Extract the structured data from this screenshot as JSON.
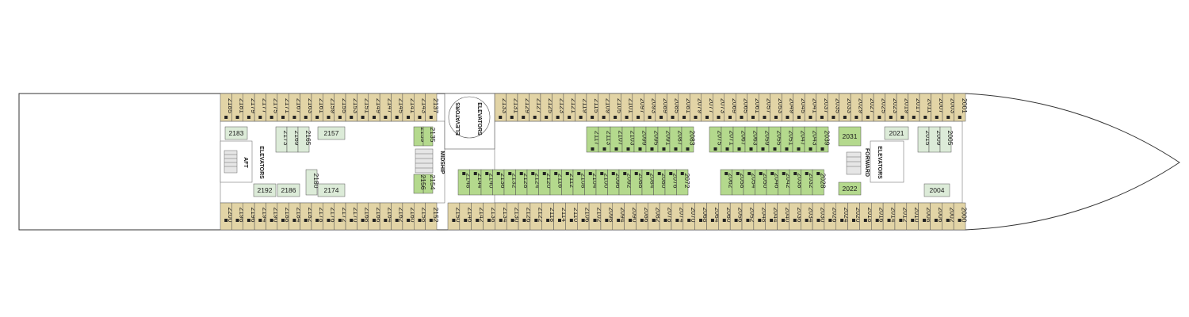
{
  "colors": {
    "outer_cabin": "#e2d4a6",
    "inner_cabin_white": "#dcebd8",
    "inner_cabin_green": "#b4d98d",
    "outline": "#555555",
    "dot": "#222222"
  },
  "labels": {
    "aft": "AFT",
    "forward": "FORWARD",
    "midship": "MIDSHIP",
    "elevators": "ELEVATORS"
  },
  "cabins": {
    "top_aft": [
      "2185",
      "2181",
      "2179",
      "2177",
      "2175",
      "2171",
      "2167",
      "2163",
      "2161",
      "2159",
      "2155",
      "2153",
      "2151",
      "2149",
      "2147",
      "2145",
      "2141",
      "2143",
      "2137"
    ],
    "top_fwd": [
      "2133",
      "2131",
      "2129",
      "2127",
      "2125",
      "2123",
      "2121",
      "2119",
      "2115",
      "2109",
      "2105",
      "2101",
      "2097",
      "2093",
      "2089",
      "2085",
      "2081",
      "2079",
      "2077",
      "2073",
      "2069",
      "2065",
      "2061",
      "2057",
      "2053",
      "2049",
      "2045",
      "2041",
      "2037",
      "2035",
      "2033",
      "2029",
      "2027",
      "2025",
      "2023",
      "2019",
      "2017",
      "2011",
      "2007",
      "2003",
      "2001"
    ],
    "bottom_aft": [
      "2200",
      "2198",
      "2196",
      "2194",
      "2190",
      "2188",
      "2184",
      "2182",
      "2178",
      "2176",
      "2172",
      "2170",
      "2168",
      "2166",
      "2164",
      "2162",
      "2160",
      "2158",
      "2152"
    ],
    "bottom_fwd": [
      "2150",
      "2146",
      "2142",
      "2138",
      "2134",
      "2130",
      "2126",
      "2122",
      "2118",
      "2114",
      "2110",
      "2106",
      "2102",
      "2098",
      "2094",
      "2090",
      "2086",
      "2082",
      "2078",
      "2074",
      "2070",
      "2068",
      "2064",
      "2060",
      "2056",
      "2052",
      "2048",
      "2044",
      "2040",
      "2036",
      "2034",
      "2030",
      "2026",
      "2024",
      "2020",
      "2018",
      "2016",
      "2014",
      "2012",
      "2010",
      "2008",
      "2006",
      "2002",
      "2000"
    ],
    "inner_aft_top": [
      "2183",
      "2173",
      "2169",
      "2165",
      "2157"
    ],
    "inner_aft_bottom": [
      "2192",
      "2186",
      "2180",
      "2174"
    ],
    "inner_mid": [
      "2139",
      "2135",
      "2154",
      "2156"
    ],
    "inner_fwd_top": [
      "2117",
      "2113",
      "2107",
      "2103",
      "2099",
      "2095",
      "2091",
      "2087",
      "2083",
      "2075",
      "2071",
      "2067",
      "2063",
      "2059",
      "2055",
      "2051",
      "2047",
      "2043",
      "2039",
      "2031"
    ],
    "inner_fwd_bottom": [
      "2148",
      "2144",
      "2140",
      "2136",
      "2132",
      "2128",
      "2124",
      "2120",
      "2116",
      "2112",
      "2108",
      "2104",
      "2100",
      "2096",
      "2092",
      "2088",
      "2084",
      "2080",
      "2076",
      "2072",
      "2062",
      "2058",
      "2054",
      "2050",
      "2046",
      "2042",
      "2038",
      "2032",
      "2028",
      "2022"
    ],
    "inner_bow": [
      "2021",
      "2015",
      "2009",
      "2005",
      "2004"
    ]
  }
}
